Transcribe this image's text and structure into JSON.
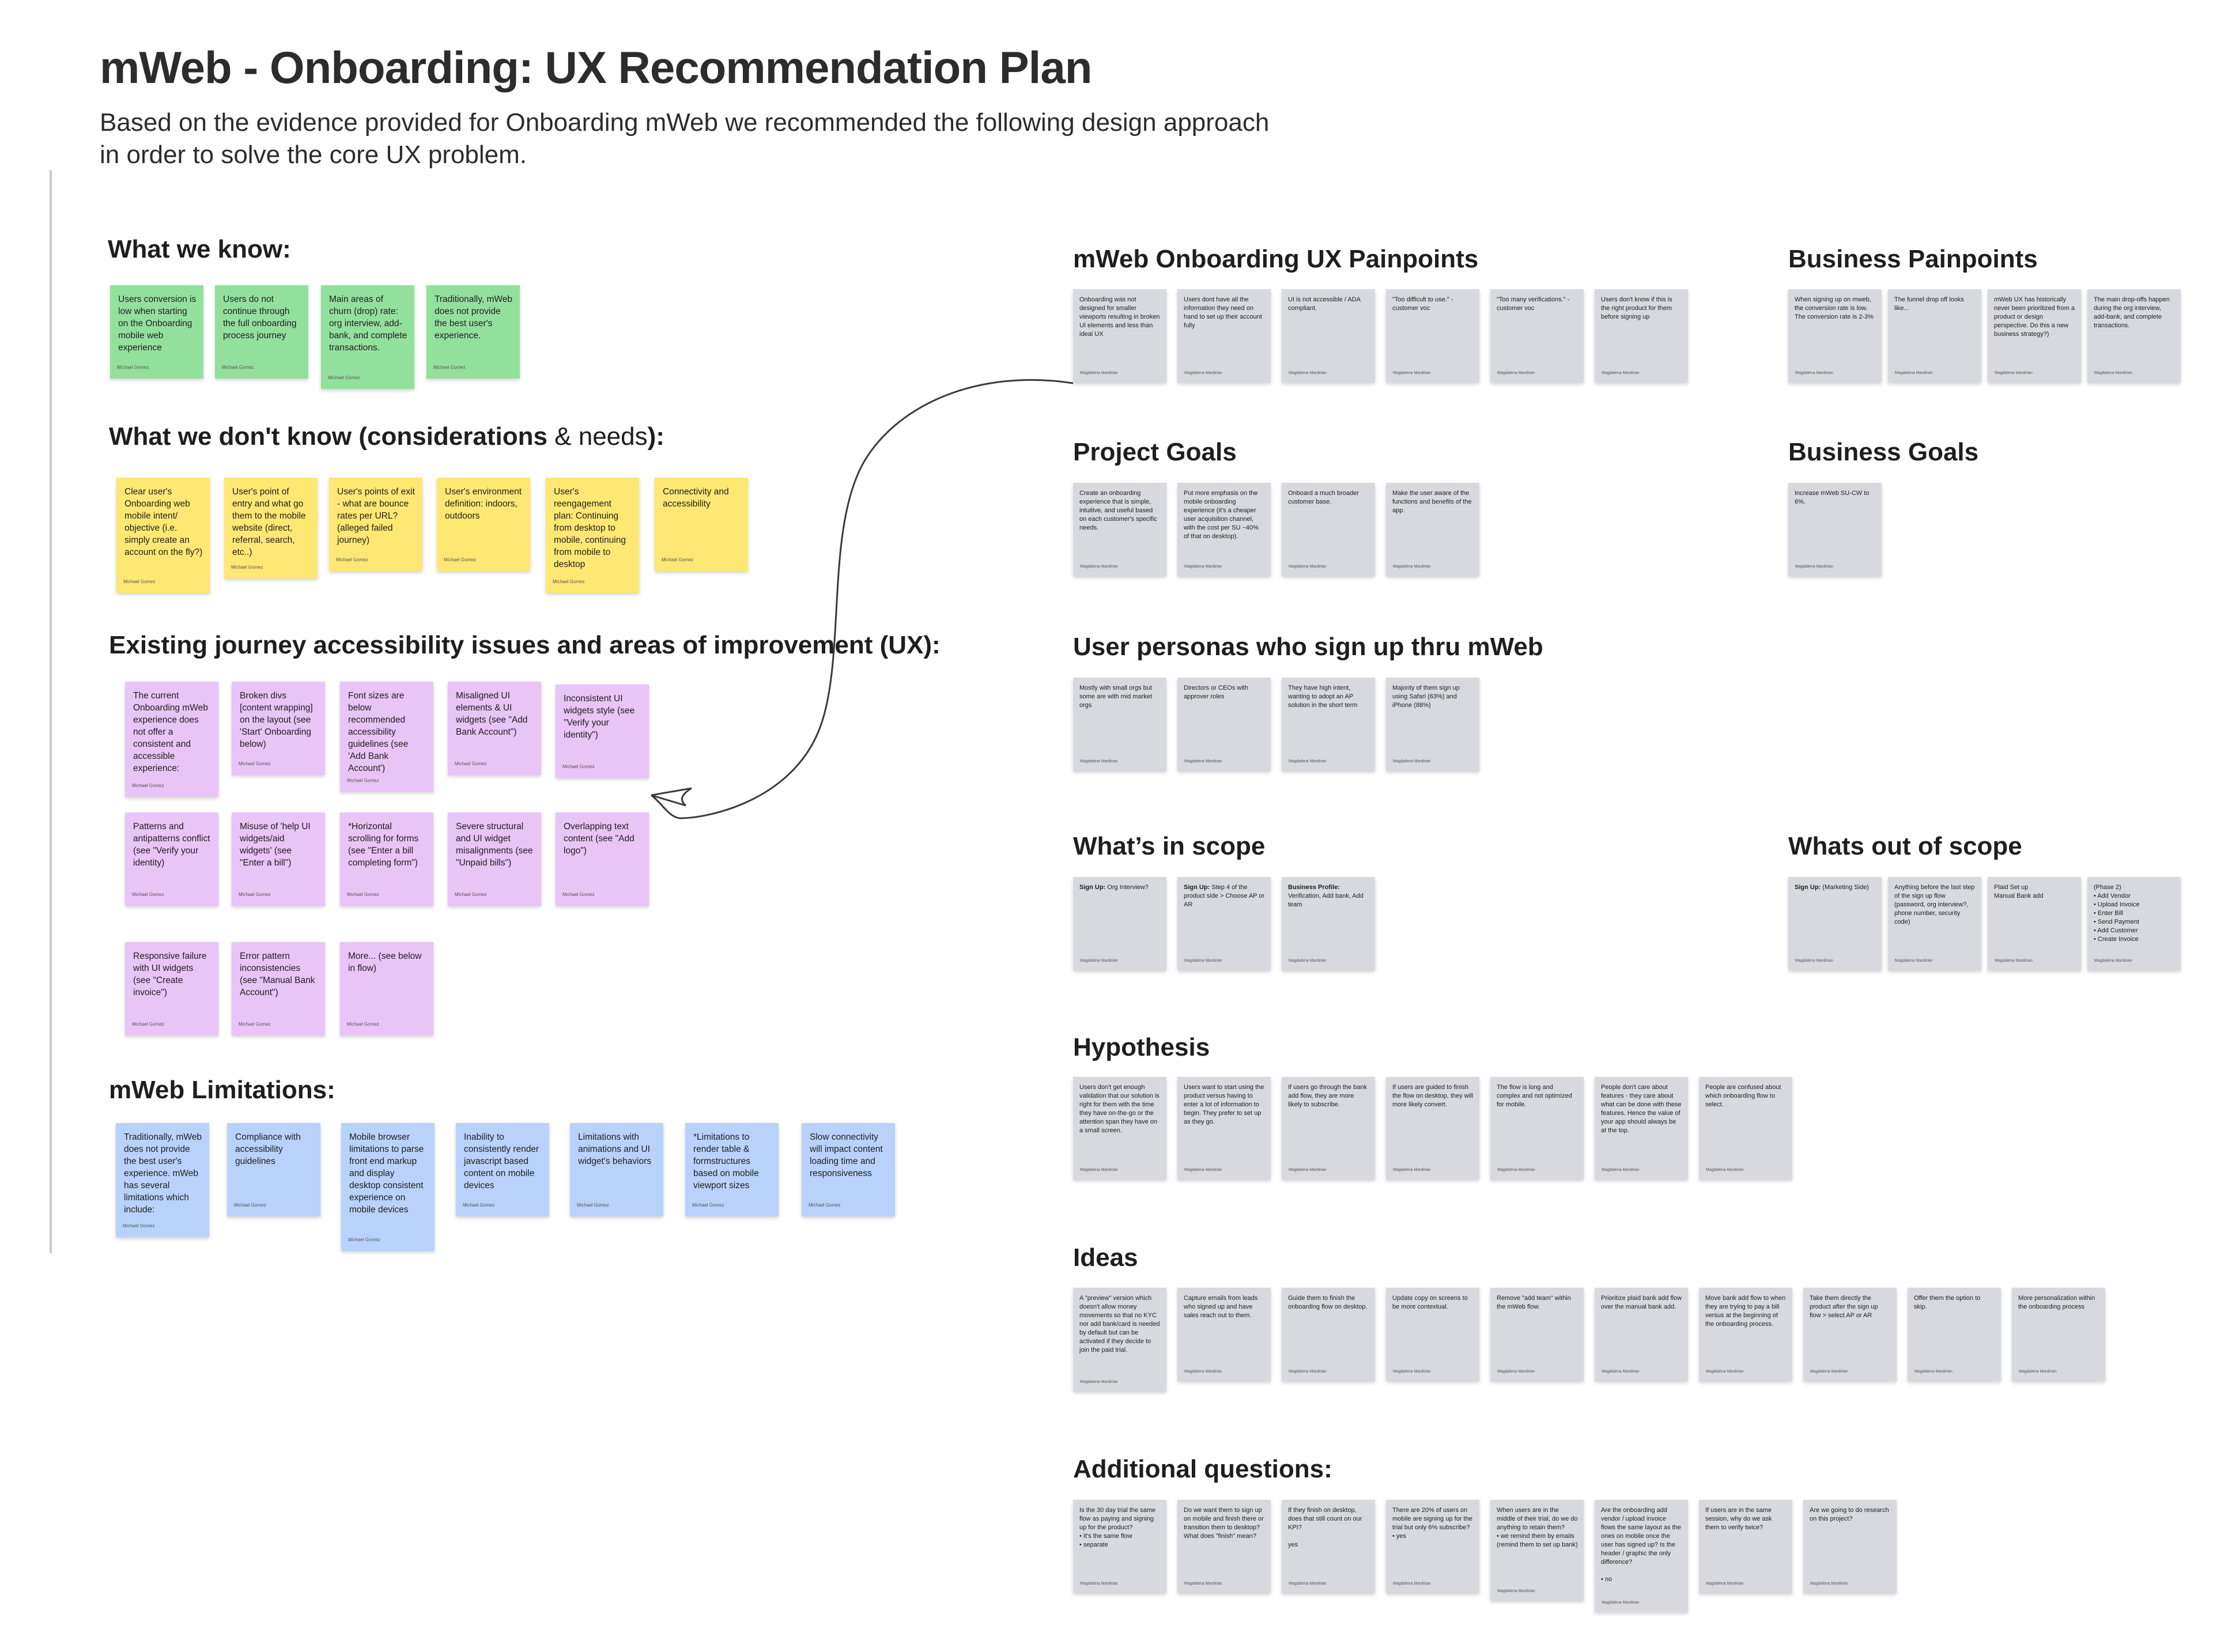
{
  "header": {
    "title": "mWeb - Onboarding: UX Recommendation Plan",
    "subtitle": "Based on the evidence provided for Onboarding mWeb we recommended the following design approach\nin order to solve the core UX problem."
  },
  "colors": {
    "green": "#93e09d",
    "yellow": "#ffe773",
    "purple": "#e8c4f7",
    "blue": "#b8d2fb",
    "salmon": "#f8b4a3",
    "gray": "#d7d9de"
  },
  "authors": {
    "a": "Michael Gomez",
    "b": "Magdalena Mardirian"
  },
  "left": {
    "know": {
      "heading": "What we know:",
      "notes": [
        "Users conversion is low when starting on the Onboarding mobile web experience",
        "Users do not continue through the full onboarding process journey",
        "Main areas of churn (drop) rate: org interview, add-bank, and complete transactions.",
        "Traditionally, mWeb does not provide the best user's experience."
      ]
    },
    "dontknow": {
      "heading_main": "What we don't know (considerations ",
      "heading_light": "& needs",
      "heading_end": "):",
      "notes": [
        "Clear user's Onboarding web mobile intent/ objective (i.e. simply create an account on the fly?)",
        "User's point of entry and what go them to the mobile website (direct, referral, search, etc..)",
        "User's points of exit - what are bounce rates per URL? (alleged failed journey)",
        "User's environment definition: indoors, outdoors",
        "User's reengagement plan: Continuing from desktop to mobile, continuing from mobile to desktop",
        "Connectivity and accessibility"
      ]
    },
    "issues": {
      "heading": "Existing journey accessibility issues and areas of improvement (UX):",
      "notes": [
        "The current Onboarding mWeb experience does not offer a consistent and accessible experience:",
        "Broken divs [content wrapping] on the layout (see 'Start' Onboarding below)",
        "Font sizes are below recommended accessibility guidelines (see 'Add Bank Account')",
        "Misaligned UI elements & UI widgets (see \"Add Bank Account\")",
        "Inconsistent UI widgets style (see \"Verify your identity\")",
        "Patterns and antipatterns conflict (see \"Verify your identity)",
        "Misuse of 'help UI widgets/aid widgets' (see \"Enter a bill\")",
        "*Horizontal scrolling for forms (see \"Enter a bill completing form\")",
        "Severe structural and UI widget misalignments (see \"Unpaid bills\")",
        "Overlapping text content (see \"Add logo\")",
        "Responsive failure with UI widgets (see \"Create invoice\")",
        "Error pattern inconsistencies (see \"Manual Bank Account\")",
        "More... (see below in flow)"
      ]
    },
    "limits": {
      "heading": "mWeb Limitations:",
      "notes": [
        "Traditionally, mWeb does not provide the best user's experience. mWeb has several limitations which include:",
        "Compliance with accessibility guidelines",
        "Mobile browser limitations to parse front end markup and display desktop consistent experience on mobile devices",
        "Inability to consistently render javascript based content on mobile devices",
        "Limitations with animations and UI widget's behaviors",
        "*Limitations to render table & formstructures based on mobile viewport sizes",
        "Slow connectivity will impact content loading time and responsiveness"
      ]
    }
  },
  "right": {
    "painpoints": {
      "heading": "mWeb Onboarding UX Painpoints",
      "notes": [
        "Onboarding was not designed for smaller viewports resulting in broken UI elements and less than ideal UX",
        "Users dont have all the information they need on hand to set up their account fully",
        "UI is not accessible / ADA compliant.",
        "\"Too difficult to use.\" - customer voc",
        "\"Too many verifications.\" - customer voc",
        "Users don't know if this is the right product for them before signing up"
      ]
    },
    "biz_painpoints": {
      "heading": "Business Painpoints",
      "notes": [
        "When signing up on mweb, the conversion rate is low. The conversion rate is 2-3%",
        "The funnel drop off looks like...",
        "mWeb UX has historically never been prioritized from a product or design perspective. Do this a new business strategy?)",
        "The main drop-offs happen during the org interview, add-bank, and complete transactions."
      ]
    },
    "project_goals": {
      "heading": "Project Goals",
      "notes": [
        "Create an onboarding experience that is simple, intuitive, and useful based on each customer's specific needs.",
        "Put more emphasis on the mobile onboarding experience (it's a cheaper user acquisition channel, with the cost per SU ~40% of that on desktop).",
        "Onboard a much broader customer base.",
        "Make the user aware of the functions and benefits of the app."
      ]
    },
    "biz_goals": {
      "heading": "Business Goals",
      "notes": [
        "Increase mWeb SU-CW to 6%."
      ]
    },
    "personas": {
      "heading": "User personas who sign up thru mWeb",
      "notes": [
        "Mostly with small orgs but some are with mid market orgs",
        "Directors or CEOs with approver roles",
        "They have high intent, wanting to adopt an AP solution in the short term",
        "Majority of them sign up using Safari (63%) and iPhone (88%)"
      ]
    },
    "in_scope": {
      "heading": "What’s in scope",
      "notes": [
        {
          "bold": "Sign Up:",
          "text": " Org Interview?"
        },
        {
          "bold": "Sign Up:",
          "text": " Step 4 of the product side > Choose AP or AR"
        },
        {
          "bold": "Business Profile:",
          "text": "\nVerification, Add bank, Add team"
        }
      ]
    },
    "out_scope": {
      "heading": "Whats out of scope",
      "notes": [
        {
          "bold": "Sign Up:",
          "text": " (Marketing Side)"
        },
        {
          "bold": "",
          "text": "Anything before the last step of the sign up flow (password, org interview?, phone number, security code)"
        },
        {
          "bold": "",
          "text": "Plaid Set up\nManual Bank add"
        },
        {
          "bold": "",
          "text": "(Phase 2)\n• Add Vendor\n• Upload Invoice\n• Enter Bill\n• Send Payment\n• Add Customer\n• Create Invoice"
        }
      ]
    },
    "hypothesis": {
      "heading": "Hypothesis",
      "notes": [
        "Users don't get enough validation that our solution is right for them with the time they have on-the-go or the attention span they have on a small screen.",
        "Users want to start using the product versus having to enter a lot of information to begin. They prefer to set up as they go.",
        "If users go through the bank add flow, they are more likely to subscribe.",
        "If users are guided to finish the flow on desktop, they will more likely convert.",
        "The flow is long and complex and not optimized for mobile.",
        "People don't care about features - they care about what can be done with these features. Hence the value of your app should always be at the top.",
        "People are confused about which onboarding flow to select."
      ]
    },
    "ideas": {
      "heading": "Ideas",
      "notes": [
        "A \"preview\" version which doesn't allow money movements so that no KYC nor add bank/card is needed by default but can be activated if they decide to join the paid trial.",
        "Capture emails from leads who signed up and have sales reach out to them.",
        "Guide them to finish the onboarding flow on desktop.",
        "Update copy on screens to be more contextual.",
        "Remove \"add team\" within the mWeb flow.",
        "Prioritize plaid bank add flow over the manual bank add.",
        "Move bank add flow to when they are trying to pay a bill versus at the beginning of the onboarding process.",
        "Take them directly the product after the sign up flow > select AP or AR",
        "Offer them the option to skip.",
        "More personalization within the onboarding process"
      ]
    },
    "questions": {
      "heading": "Additional questions:",
      "notes": [
        "Is the 30 day trial the same flow as paying and signing up for the product?\n• It's the same flow\n• separate",
        "Do we want them to sign up on mobile and finish there or transition them to desktop? What does \"finish\" mean?",
        "If they finish on desktop, does that still count on our KPI?\n\nyes",
        "There are 20% of users on mobile are signing up for the trial but only 6% subscribe?\n• yes",
        "When users are in the middle of their trial, do we do anything to retain them?\n• we remind them by emails (remind them to set up bank)",
        "Are the onboarding add vendor / upload invoice flows the same layout as the ones on mobile once the user has signed up? Is the header / graphic the only difference?\n\n• no",
        "If users are in the same session, why do we ask them to verify twice?",
        "Are we going to do research on this project?"
      ]
    }
  }
}
